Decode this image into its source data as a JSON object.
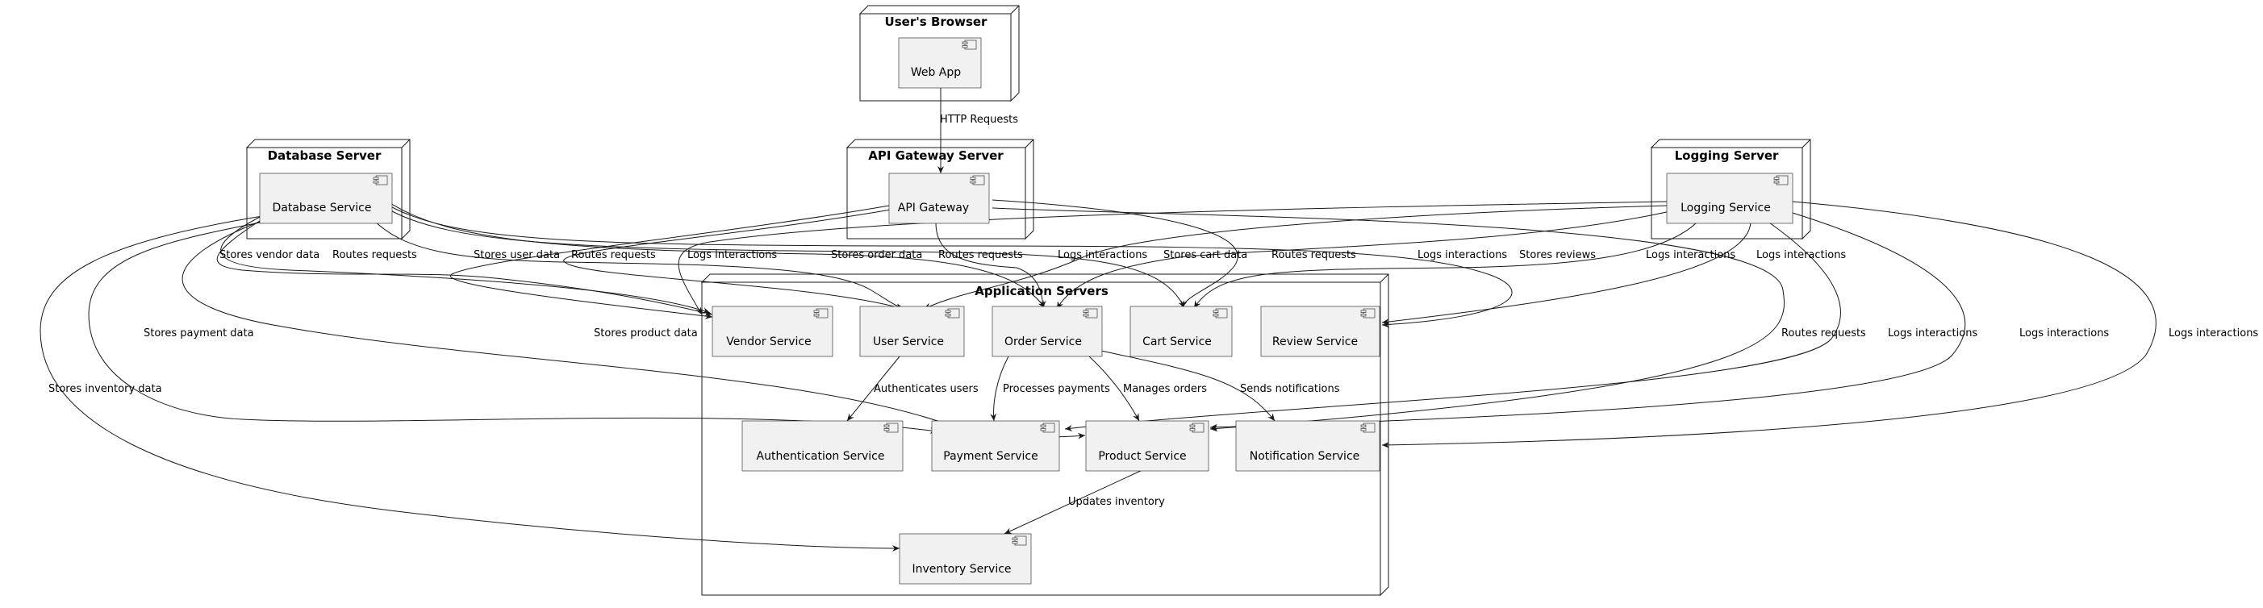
{
  "nodes": {
    "browser": {
      "title": "User's Browser"
    },
    "api_gateway_server": {
      "title": "API Gateway Server"
    },
    "database_server": {
      "title": "Database Server"
    },
    "logging_server": {
      "title": "Logging Server"
    },
    "app_servers": {
      "title": "Application Servers"
    }
  },
  "components": {
    "web_app": "Web App",
    "api_gateway": "API Gateway",
    "database_service": "Database Service",
    "logging_service": "Logging Service",
    "vendor_service": "Vendor Service",
    "user_service": "User Service",
    "order_service": "Order Service",
    "cart_service": "Cart Service",
    "review_service": "Review Service",
    "authentication_service": "Authentication Service",
    "payment_service": "Payment Service",
    "product_service": "Product Service",
    "notification_service": "Notification Service",
    "inventory_service": "Inventory Service"
  },
  "edges": {
    "http_requests": "HTTP Requests",
    "stores_vendor_data": "Stores vendor data",
    "stores_user_data": "Stores user data",
    "stores_order_data": "Stores order data",
    "stores_cart_data": "Stores cart data",
    "stores_reviews": "Stores reviews",
    "stores_payment_data": "Stores payment data",
    "stores_product_data": "Stores product data",
    "stores_inventory_data": "Stores inventory data",
    "routes_requests": "Routes requests",
    "logs_interactions": "Logs interactions",
    "authenticates_users": "Authenticates users",
    "processes_payments": "Processes payments",
    "manages_orders": "Manages orders",
    "sends_notifications": "Sends notifications",
    "updates_inventory": "Updates inventory"
  }
}
